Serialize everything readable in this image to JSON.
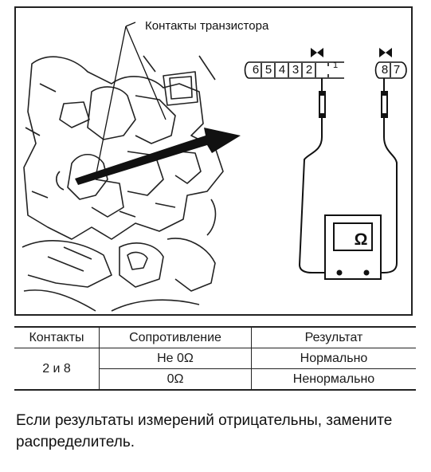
{
  "figure": {
    "callout_label": "Контакты транзистора",
    "connector_left_pins": [
      "6",
      "5",
      "4",
      "3",
      "2",
      "1"
    ],
    "connector_right_pins": [
      "8",
      "7"
    ],
    "ohmmeter_symbol": "Ω"
  },
  "table": {
    "headers": [
      "Контакты",
      "Сопротивление",
      "Результат"
    ],
    "contacts": "2 и 8",
    "rows": [
      {
        "resistance": "Не 0Ω",
        "result": "Нормально"
      },
      {
        "resistance": "0Ω",
        "result": "Ненормально"
      }
    ]
  },
  "note": "Если результаты измерений отрицательны, замените распределитель."
}
